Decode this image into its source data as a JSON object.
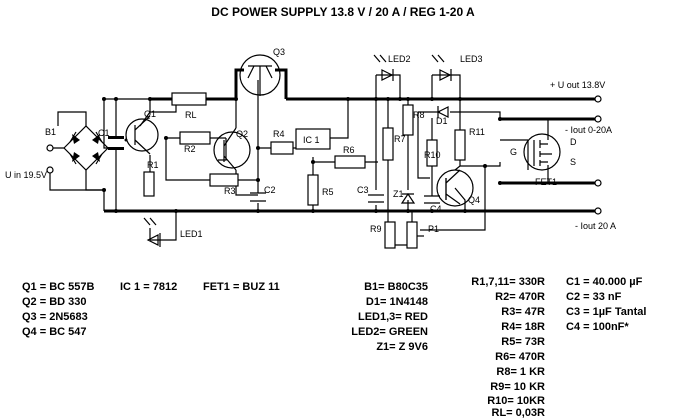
{
  "title": "DC POWER SUPPLY 13.8 V / 20 A / REG 1-20 A",
  "terminals": {
    "u_out": "+  U out 13.8V",
    "iout": "- Iout 0-20A",
    "iout20": "- Iout 20 A",
    "u_in": "U in 19.5V"
  },
  "labels": {
    "b1": "B1",
    "c1": "C1",
    "q1": "Q1",
    "r1": "R1",
    "rl": "RL",
    "r2": "R2",
    "q2": "Q2",
    "r3": "R3",
    "c2": "C2",
    "q3": "Q3",
    "r4": "R4",
    "ic1": "IC 1",
    "r6": "R6",
    "r5": "R5",
    "c3": "C3",
    "led2": "LED2",
    "led3": "LED3",
    "r7": "R7",
    "r8": "R8",
    "z1": "Z1",
    "r9": "R9",
    "p1": "P1",
    "r10": "R10",
    "c4": "C4",
    "q4": "Q4",
    "d1": "D1",
    "r11": "R11",
    "fet1": "FET1",
    "g": "G",
    "d": "D",
    "s": "S",
    "led1": "LED1"
  },
  "bom": {
    "col1": [
      "Q1 = BC 557B",
      "Q2 = BD 330",
      "Q3 = 2N5683",
      "Q4 = BC 547"
    ],
    "ic": "IC 1   = 7812",
    "fet": "FET1  = BUZ 11",
    "col2": [
      "B1= B80C35",
      "D1= 1N4148",
      "LED1,3= RED",
      "LED2= GREEN",
      "Z1= Z 9V6"
    ],
    "col3": [
      "R1,7,11= 330R",
      "R2=  470R",
      "R3=  47R",
      "R4= 18R",
      "R5= 73R",
      "R6= 470R",
      "R8= 1 KR",
      "R9= 10 KR",
      "R10= 10KR",
      "RL=  0,03R"
    ],
    "col4": [
      "C1  =  40.000 µF",
      "C2  =  33 nF",
      "C3  =  1µF Tantal",
      "C4  =  100nF*"
    ]
  }
}
